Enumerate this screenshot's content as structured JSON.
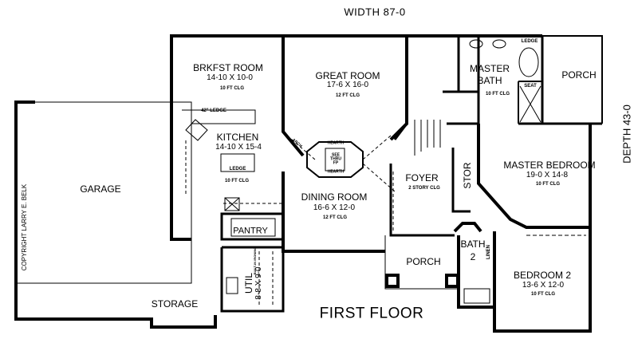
{
  "plan_title": "FIRST FLOOR",
  "width_label": "WIDTH 87-0",
  "depth_label": "DEPTH 43-0",
  "copyright": "COPYRIGHT LARRY E. BELK",
  "rooms": {
    "garage": {
      "name": "GARAGE"
    },
    "brkfst": {
      "name": "BRKFST ROOM",
      "size": "14-10 X 10-0",
      "ceiling": "10 FT CLG"
    },
    "great": {
      "name": "GREAT ROOM",
      "size": "17-6 X 16-0",
      "ceiling": "12 FT CLG"
    },
    "master_bath": {
      "name1": "MASTER",
      "name2": "BATH",
      "ceiling": "10 FT CLG"
    },
    "porch_rear": {
      "name": "PORCH"
    },
    "kitchen": {
      "name": "KITCHEN",
      "size": "14-10 X 15-4",
      "ceiling": "10 FT CLG"
    },
    "master_bed": {
      "name": "MASTER BEDROOM",
      "size": "19-0 X 14-8",
      "ceiling": "10 FT CLG"
    },
    "dining": {
      "name": "DINING ROOM",
      "size": "16-6 X 12-0",
      "ceiling": "12 FT CLG"
    },
    "foyer": {
      "name": "FOYER",
      "ceiling": "2 STORY CLG"
    },
    "stor": {
      "name": "STOR"
    },
    "pantry": {
      "name": "PANTRY"
    },
    "util": {
      "name": "UTIL",
      "size": "8-8 X 9-0"
    },
    "storage": {
      "name": "STORAGE"
    },
    "porch_front": {
      "name": "PORCH"
    },
    "bath2": {
      "name": "BATH",
      "number": "2"
    },
    "linen": {
      "name": "LINEN"
    },
    "bedroom2": {
      "name": "BEDROOM 2",
      "size": "13-6 X 12-0",
      "ceiling": "10 FT CLG"
    }
  },
  "annotations": {
    "ledge_42": "42\" LEDGE",
    "ledge_island": "LEDGE",
    "ledge_bath": "LEDGE",
    "seat": "SEAT",
    "hearth_top": "HEARTH",
    "hearth_bottom": "HEARTH",
    "see_thru_fp": "SEE THRU FP",
    "arch": "ARCH",
    "built_in_ironing": "BUILT-IN IRONING"
  }
}
